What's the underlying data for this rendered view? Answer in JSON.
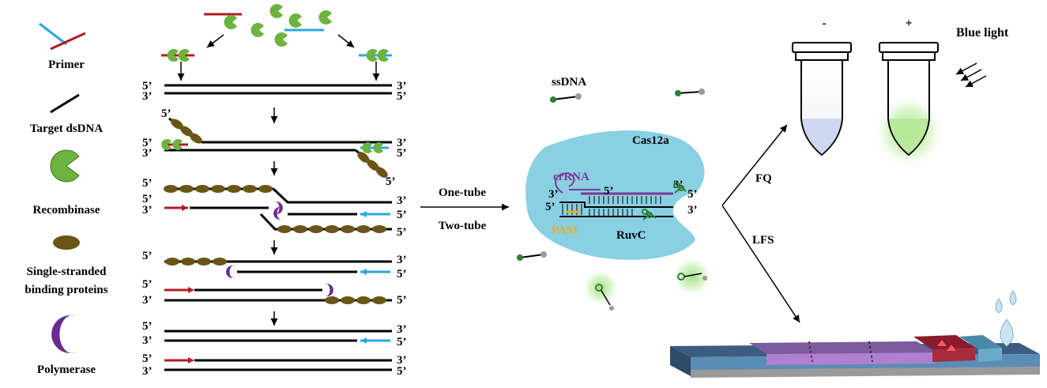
{
  "legend": {
    "primer": "Primer",
    "target": "Target dsDNA",
    "recombinase": "Recombinase",
    "ssb_line1": "Single-stranded",
    "ssb_line2": "binding proteins",
    "polymerase": "Polymerase"
  },
  "ends": {
    "five": "5’",
    "three": "3’"
  },
  "center": {
    "one_tube": "One-tube",
    "two_tube": "Two-tube"
  },
  "cas": {
    "ssdna": "ssDNA",
    "cas12a": "Cas12a",
    "crrna": "crRNA",
    "pam": "PAM",
    "ruvc": "RuvC"
  },
  "readout": {
    "minus": "-",
    "plus": "+",
    "blue_light": "Blue light",
    "fq": "FQ",
    "lfs": "LFS"
  },
  "colors": {
    "primer_red": "#b01c24",
    "primer_blue": "#29a8e0",
    "recombinase": "#6cb33f",
    "ssb": "#6b5514",
    "polymerase": "#6a2c91",
    "cas_body": "#7ccbe0",
    "crrna": "#7a3a96",
    "pam": "#e8b020",
    "glow": "#9be07a"
  },
  "icons": [
    "arrow-icon",
    "recombinase-icon",
    "ssb-icon",
    "polymerase-icon",
    "scissors-icon",
    "tube-icon",
    "strip-icon",
    "droplet-icon"
  ]
}
